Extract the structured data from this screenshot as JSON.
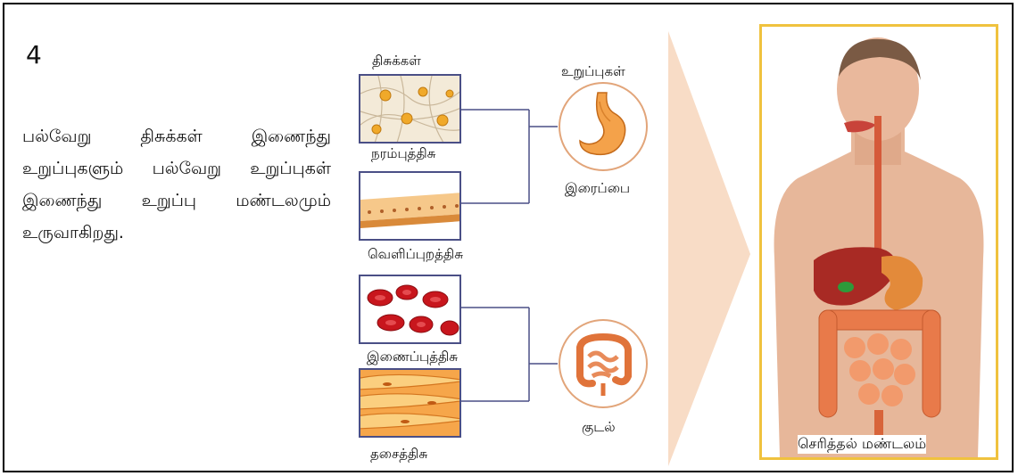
{
  "number": "4",
  "paragraph": "பல்வேறு திசுக்கள் இணைந்து உறுப்புகளும் பல்வேறு உறுப்புகள் இணைந்து உறுப்பு மண்டலமும் உருவாகிறது.",
  "tissues_header": "திசுக்கள்",
  "organs_header": "உறுப்புகள்",
  "tissues": [
    {
      "label": "நரம்புத்திசு"
    },
    {
      "label": "வெளிப்புறத்திசு"
    },
    {
      "label": "இணைப்புத்திசு"
    },
    {
      "label": "தசைத்திசு"
    }
  ],
  "organs": [
    {
      "label": "இரைப்பை"
    },
    {
      "label": "குடல்"
    }
  ],
  "system_label": "செரித்தல் மண்டலம்",
  "colors": {
    "line": "#4a4f86",
    "wedge": "#f8dcc6",
    "frame_border": "#f0c23e",
    "organ_ring": "#e2a57a"
  }
}
